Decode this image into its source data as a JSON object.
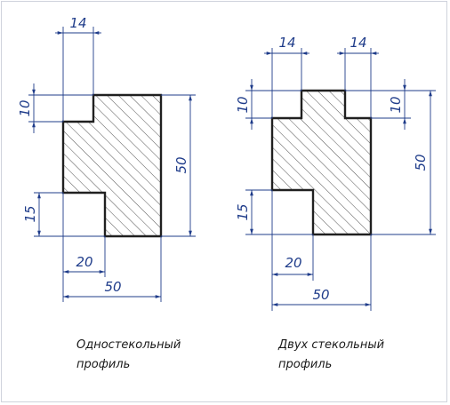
{
  "left_profile": {
    "dims": {
      "top_width": "14",
      "top_depth": "10",
      "height": "50",
      "bottom_depth": "15",
      "bottom_width": "20",
      "total_width": "50"
    },
    "caption_line1": "Одностекольный",
    "caption_line2": "профиль"
  },
  "right_profile": {
    "dims": {
      "top_left_width": "14",
      "top_right_width": "14",
      "top_left_depth": "10",
      "top_right_depth": "10",
      "height": "50",
      "bottom_depth": "15",
      "bottom_width": "20",
      "total_width": "50"
    },
    "caption_line1": "Двух стекольный",
    "caption_line2": "профиль"
  },
  "colors": {
    "outline": "#202020",
    "dimension": "#1f3c8a",
    "hatch": "#555555"
  }
}
